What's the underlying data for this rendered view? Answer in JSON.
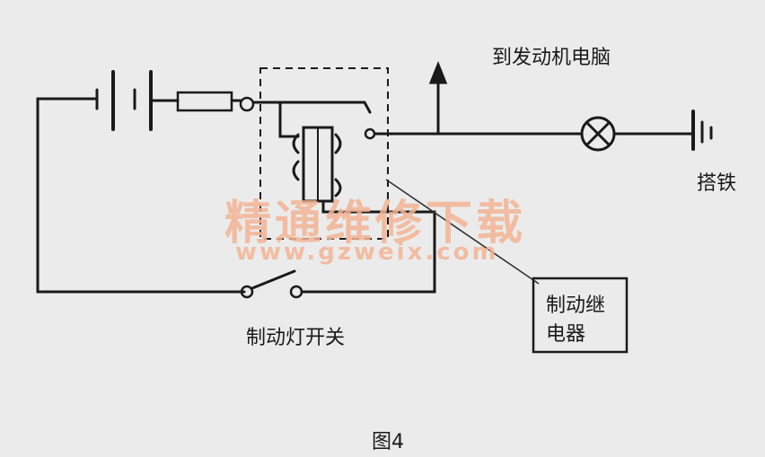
{
  "labels": {
    "to_ecu": "到发动机电脑",
    "ground": "搭铁",
    "brake_switch": "制动灯开关",
    "relay_line1": "制动继",
    "relay_line2": "电器",
    "figure": "图4"
  },
  "watermark": {
    "text": "精通维修下载",
    "url": "www.gzweix.com",
    "color": "#f3b495"
  },
  "colors": {
    "background": "#ebebeb",
    "line": "#1a1a1a"
  }
}
